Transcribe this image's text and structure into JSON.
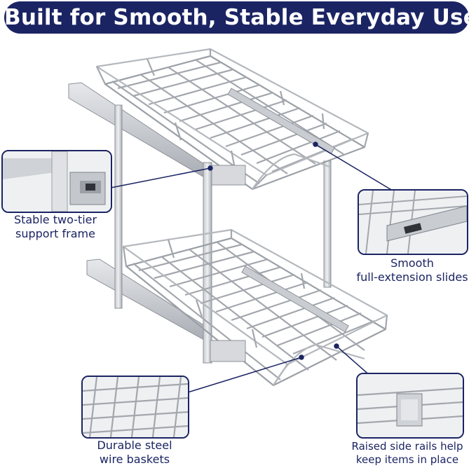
{
  "banner": {
    "title": "Built for Smooth, Stable Everyday Use"
  },
  "callouts": {
    "frame": {
      "line1": "Stable two-tier",
      "line2": "support frame"
    },
    "slides": {
      "line1": "Smooth",
      "line2": "full-extension slides"
    },
    "wire": {
      "line1": "Durable steel",
      "line2": "wire baskets"
    },
    "rails": {
      "line1": "Raised side rails help",
      "line2": "keep items in place"
    }
  },
  "colors": {
    "accent": "#1b2463",
    "chrome": "#b9bcc2",
    "chrome_dark": "#7d828a",
    "background": "#ffffff"
  }
}
